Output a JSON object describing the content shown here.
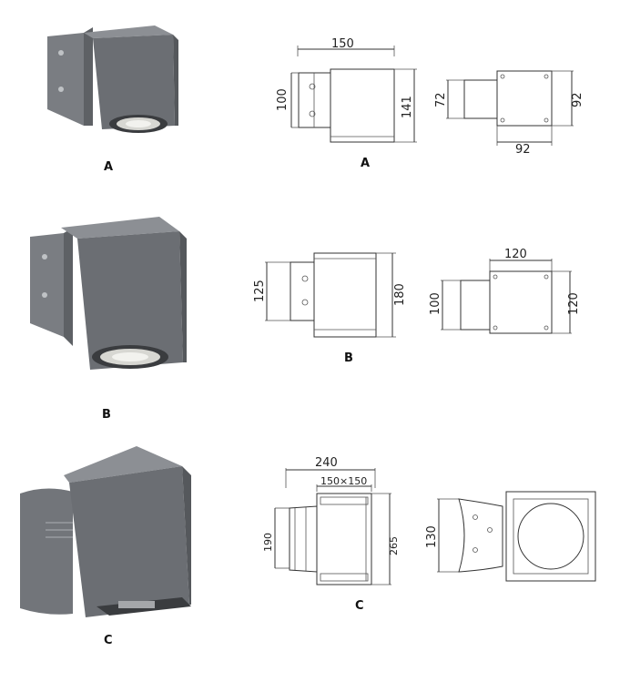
{
  "sections": [
    {
      "label_photo": "A",
      "label_drawing": "A",
      "dims": {
        "width": "150",
        "bracket_h": "100",
        "height": "141",
        "bracket_w": "72",
        "top_w": "92",
        "top_h": "92"
      }
    },
    {
      "label_photo": "B",
      "label_drawing": "B",
      "dims": {
        "bracket_h": "125",
        "height": "180",
        "bracket_w": "100",
        "top_w": "120",
        "top_h": "120"
      }
    },
    {
      "label_photo": "C",
      "label_drawing": "C",
      "dims": {
        "width": "240",
        "box": "150×150",
        "bracket_h": "190",
        "height": "265",
        "side_h": "130"
      }
    }
  ],
  "colors": {
    "body": "#6e7176",
    "body_dark": "#55585c",
    "body_light": "#8a8d92",
    "line": "#333333"
  }
}
